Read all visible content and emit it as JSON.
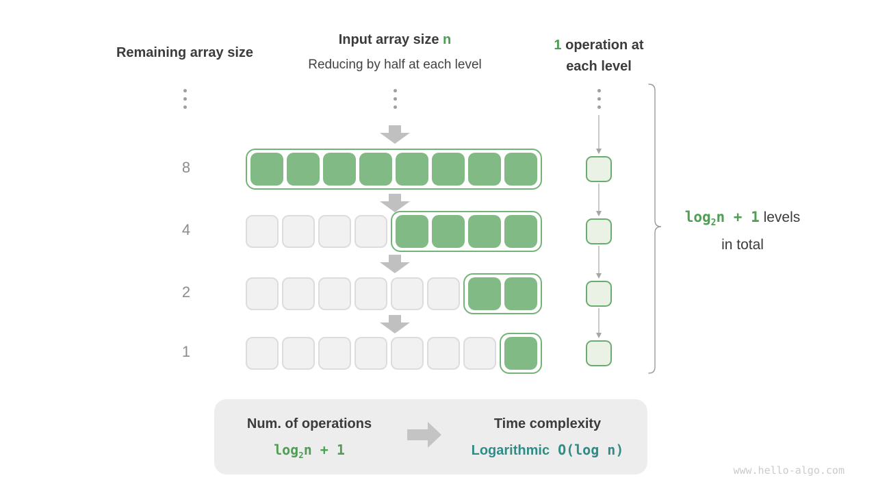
{
  "headers": {
    "left": "Remaining array size",
    "center": {
      "line1_prefix": "Input array size ",
      "line1_var": "n",
      "line2": "Reducing by half at each level"
    },
    "right": {
      "line1_var": "1",
      "line1_rest": " operation at",
      "line2": "each level"
    }
  },
  "diagram": {
    "rows": [
      {
        "label": "8",
        "gray_cells": 0,
        "green_cells": 8
      },
      {
        "label": "4",
        "gray_cells": 4,
        "green_cells": 4
      },
      {
        "label": "2",
        "gray_cells": 6,
        "green_cells": 2
      },
      {
        "label": "1",
        "gray_cells": 7,
        "green_cells": 1
      }
    ],
    "operations_per_level": 1
  },
  "brace_label": {
    "formula_pre": "log",
    "formula_sub": "2",
    "formula_post": "n + 1",
    "line1_rest": "  levels",
    "line2": "in total"
  },
  "summary": {
    "operations_title": "Num. of operations",
    "operations_formula_pre": "log",
    "operations_formula_sub": "2",
    "operations_formula_post": "n + 1",
    "complexity_title": "Time complexity",
    "complexity_name": "Logarithmic",
    "complexity_big_o": "O(log n)"
  },
  "watermark": "www.hello-algo.com",
  "colors": {
    "green_fill": "#81ba84",
    "green_border": "#74b378",
    "green_text": "#4f9e54",
    "teal_text": "#2f8c87",
    "gray_cell_fill": "#f1f1f1",
    "ops_cell_fill": "#e9f2e5",
    "arrow_gray": "#c0c0c0"
  }
}
